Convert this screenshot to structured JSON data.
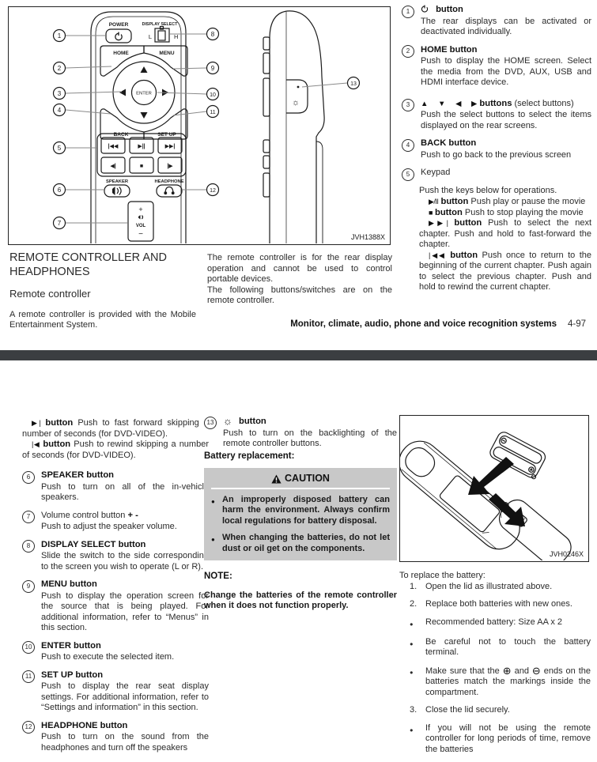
{
  "page1": {
    "figure": {
      "code": "JVH1388X",
      "labels": {
        "power": "POWER",
        "display_select": "DISPLAY SELECT",
        "l": "L",
        "h": "H",
        "home": "HOME",
        "menu": "MENU",
        "enter": "ENTER",
        "back": "BACK",
        "set_up": "SET UP",
        "speaker": "SPEAKER",
        "headphone": "HEADPHONE",
        "vol_plus": "+",
        "vol": "VOL",
        "vol_minus": "−",
        "backlight": "☼"
      },
      "keypad": [
        "|◀◀",
        "▶||",
        "▶▶|",
        "◀|",
        "■",
        "|▶"
      ],
      "callouts": [
        "1",
        "2",
        "3",
        "4",
        "5",
        "6",
        "7",
        "8",
        "9",
        "10",
        "11",
        "12",
        "13"
      ]
    },
    "section_title": "REMOTE CONTROLLER AND HEADPHONES",
    "subsection_title": "Remote controller",
    "intro_left": "A remote controller is provided with the Mobile Entertainment System.",
    "intro_mid_1": "The remote controller is for the rear display operation and cannot be used to control portable devices.",
    "intro_mid_2": "The following buttons/switches are on the remote controller.",
    "items": [
      {
        "num": "1",
        "title": "button",
        "body": "The rear displays can be activated or deactivated individually."
      },
      {
        "num": "2",
        "title": "HOME button",
        "body": "Push to display the HOME screen. Select the media from the DVD, AUX, USB and HDMI interface device."
      },
      {
        "num": "3",
        "symbols": "▲ ▼ ◀ ▶",
        "title": "buttons",
        "title_suffix": "(select buttons)",
        "body": "Push the select buttons to select the items displayed on the rear screens."
      },
      {
        "num": "4",
        "title": "BACK button",
        "body": "Push to go back to the previous screen"
      },
      {
        "num": "5",
        "title": "Keypad",
        "body": "Push the keys below for operations.",
        "keys": [
          {
            "sym": "▶/II",
            "bold": "button",
            "text": "Push play or pause the movie"
          },
          {
            "sym": "■",
            "bold": "button",
            "text": "Push to stop playing the movie"
          },
          {
            "sym": "▶▶|",
            "bold": "button",
            "text": "Push to select the next chapter. Push and hold to fast-forward the chapter."
          },
          {
            "sym": "|◀◀",
            "bold": "button",
            "text": "Push once to return to the beginning of the current chapter. Push again to select the previous chapter. Push and hold to rewind the current chapter."
          }
        ]
      }
    ],
    "footer": {
      "text": "Monitor, climate, audio, phone and voice recognition systems",
      "page": "4-97"
    }
  },
  "page2": {
    "left": {
      "cont_keys": [
        {
          "sym": "▶|",
          "bold": "button",
          "text": "Push to fast forward skipping a number of seconds (for DVD-VIDEO)."
        },
        {
          "sym": "|◀",
          "bold": "button",
          "text": "Push to rewind skipping a number of seconds (for DVD-VIDEO)."
        }
      ],
      "items": [
        {
          "num": "6",
          "title": "SPEAKER button",
          "body": "Push to turn on all of the in-vehicle speakers."
        },
        {
          "num": "7",
          "title_plain": "Volume control button",
          "title_bold": "+ -",
          "body": "Push to adjust the speaker volume."
        },
        {
          "num": "8",
          "title": "DISPLAY SELECT button",
          "body": "Slide the switch to the side corresponding to the screen you wish to operate (L or R)."
        },
        {
          "num": "9",
          "title": "MENU button",
          "body": "Push to display the operation screen for the source that is being played. For additional information, refer to “Menus” in this section."
        },
        {
          "num": "10",
          "title": "ENTER button",
          "body": "Push to execute the selected item."
        },
        {
          "num": "11",
          "title": "SET UP button",
          "body": "Push to display the rear seat display settings. For additional information, refer to “Settings and information” in this section."
        },
        {
          "num": "12",
          "title": "HEADPHONE button",
          "body": "Push to turn on the sound from the headphones and turn off the speakers"
        }
      ]
    },
    "middle": {
      "item13": {
        "num": "13",
        "icon_char": "☼",
        "title": "button",
        "body": "Push to turn on the backlighting of the remote controller buttons."
      },
      "battery_heading": "Battery replacement:",
      "caution": {
        "title": "CAUTION",
        "bullets": [
          "An improperly disposed battery can harm the environment. Always confirm local regulations for battery disposal.",
          "When changing the batteries, do not let dust or oil get on the components."
        ]
      },
      "note_label": "NOTE:",
      "note_body": "Change the batteries of the remote controller when it does not function properly."
    },
    "right": {
      "figure_code": "JVH0246X",
      "heading": "To replace the battery:",
      "steps": [
        {
          "marker": "1.",
          "text": "Open the lid as illustrated above."
        },
        {
          "marker": "2.",
          "text": "Replace both batteries with new ones."
        },
        {
          "marker": "●",
          "text": "Recommended battery: Size AA x 2"
        },
        {
          "marker": "●",
          "text": "Be careful not to touch the battery terminal."
        },
        {
          "marker": "●",
          "text_pre": "Make sure that the",
          "sym1": "⊕",
          "mid": "and",
          "sym2": "⊖",
          "text_post": "ends on the batteries match the markings inside the compartment."
        },
        {
          "marker": "3.",
          "text": "Close the lid securely."
        },
        {
          "marker": "●",
          "text": "If you will not be using the remote controller for long periods of time, remove the batteries"
        }
      ]
    }
  },
  "colors": {
    "separator_bar": "#3b3e41",
    "caution_bg": "#c8c8c8",
    "line_art": "#1a1a1a"
  }
}
